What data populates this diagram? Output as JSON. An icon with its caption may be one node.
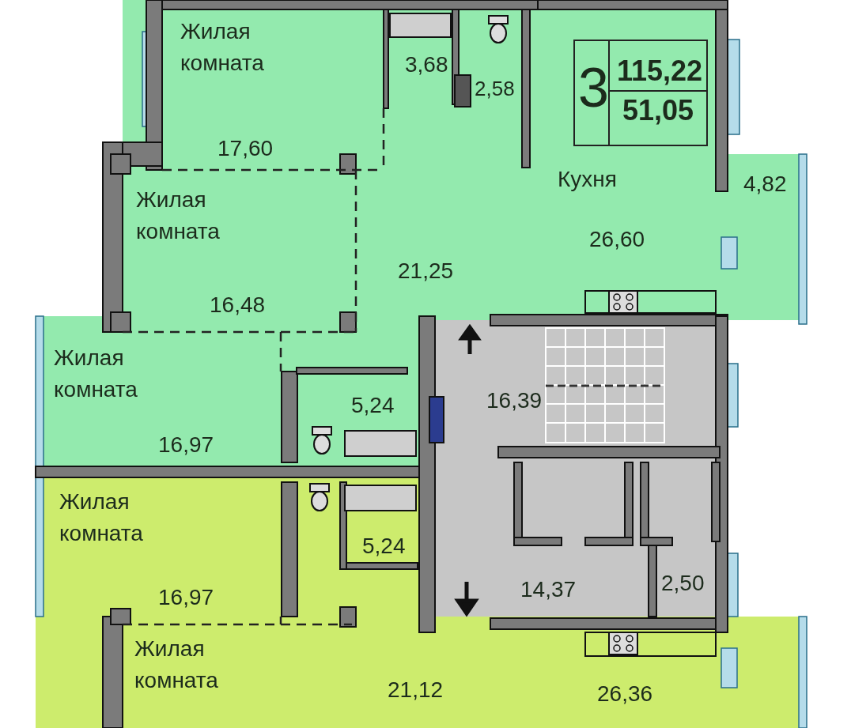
{
  "diagram": {
    "nodes": [
      {
        "text": [
          "Жилая комната",
          "17,60"
        ]
      },
      {
        "text": [
          "3,68"
        ]
      },
      {
        "text": [
          "2,58"
        ]
      },
      {
        "text": [
          "Кухня",
          "26,60"
        ]
      },
      {
        "text": [
          "3",
          "115,22",
          "51,05"
        ],
        "in": 3
      },
      {
        "text": [
          "4,82"
        ]
      },
      {
        "text": [
          "Жилая комната",
          "16,48"
        ]
      },
      {
        "text": [
          "21,25"
        ]
      },
      {
        "text": [
          "Жилая комната",
          "16,97"
        ]
      },
      {
        "text": [
          "5,24"
        ]
      },
      {
        "text": [
          "16,39"
        ]
      },
      {
        "text": [
          "Жилая комната",
          "16,97"
        ]
      },
      {
        "text": [
          "5,24"
        ]
      },
      {
        "text": [
          "14,37"
        ]
      },
      {
        "text": [
          "2,50"
        ]
      },
      {
        "text": [
          "Жилая комната"
        ]
      },
      {
        "text": [
          "21,12"
        ]
      },
      {
        "text": [
          "26,36"
        ]
      }
    ]
  }
}
